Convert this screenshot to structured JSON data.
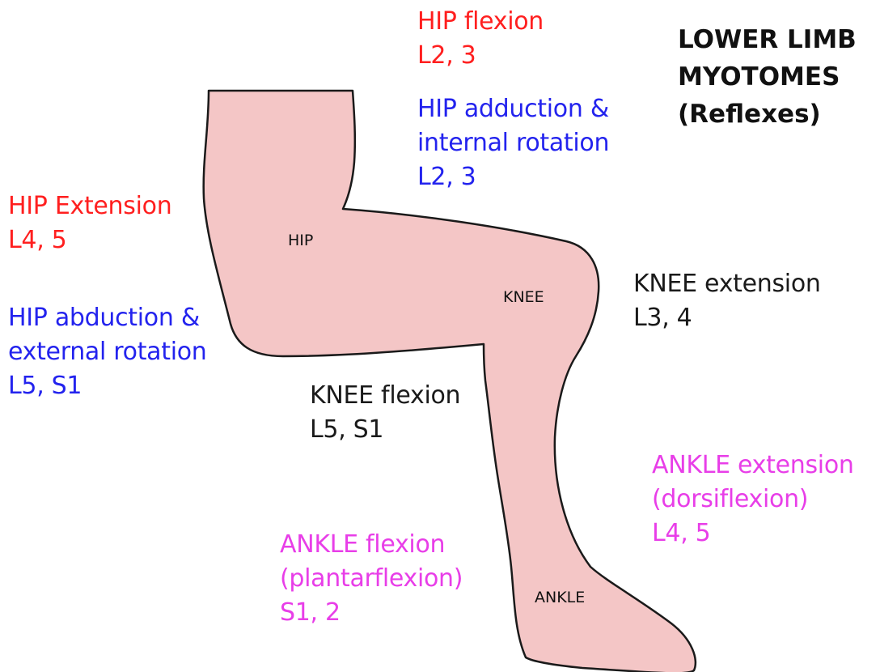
{
  "title": {
    "line1": "LOWER LIMB",
    "line2": "MYOTOMES",
    "line3": "(Reflexes)"
  },
  "joints": {
    "hip": "HIP",
    "knee": "KNEE",
    "ankle": "ANKLE"
  },
  "labels": {
    "hip_flexion": {
      "action": "HIP flexion",
      "roots": "L2, 3"
    },
    "hip_adduction": {
      "line1": "HIP adduction &",
      "line2": "internal rotation",
      "roots": "L2, 3"
    },
    "hip_extension": {
      "action": "HIP Extension",
      "roots": "L4, 5"
    },
    "hip_abduction": {
      "line1": "HIP abduction &",
      "line2": "external rotation",
      "roots": "L5, S1"
    },
    "knee_extension": {
      "action": "KNEE extension",
      "roots": "L3, 4"
    },
    "knee_flexion": {
      "action": "KNEE flexion",
      "roots": "L5, S1"
    },
    "ankle_extension": {
      "line1": "ANKLE extension",
      "line2": "(dorsiflexion)",
      "roots": "L4, 5"
    },
    "ankle_flexion": {
      "line1": "ANKLE flexion",
      "line2": "(plantarflexion)",
      "roots": "S1, 2"
    }
  },
  "colors": {
    "hip_sagittal": "#ff1f1f",
    "hip_other": "#2323ee",
    "knee": "#1a1a1a",
    "ankle": "#e83ee8",
    "limb_fill": "#f4c6c6",
    "limb_outline": "#1a1a1a"
  }
}
